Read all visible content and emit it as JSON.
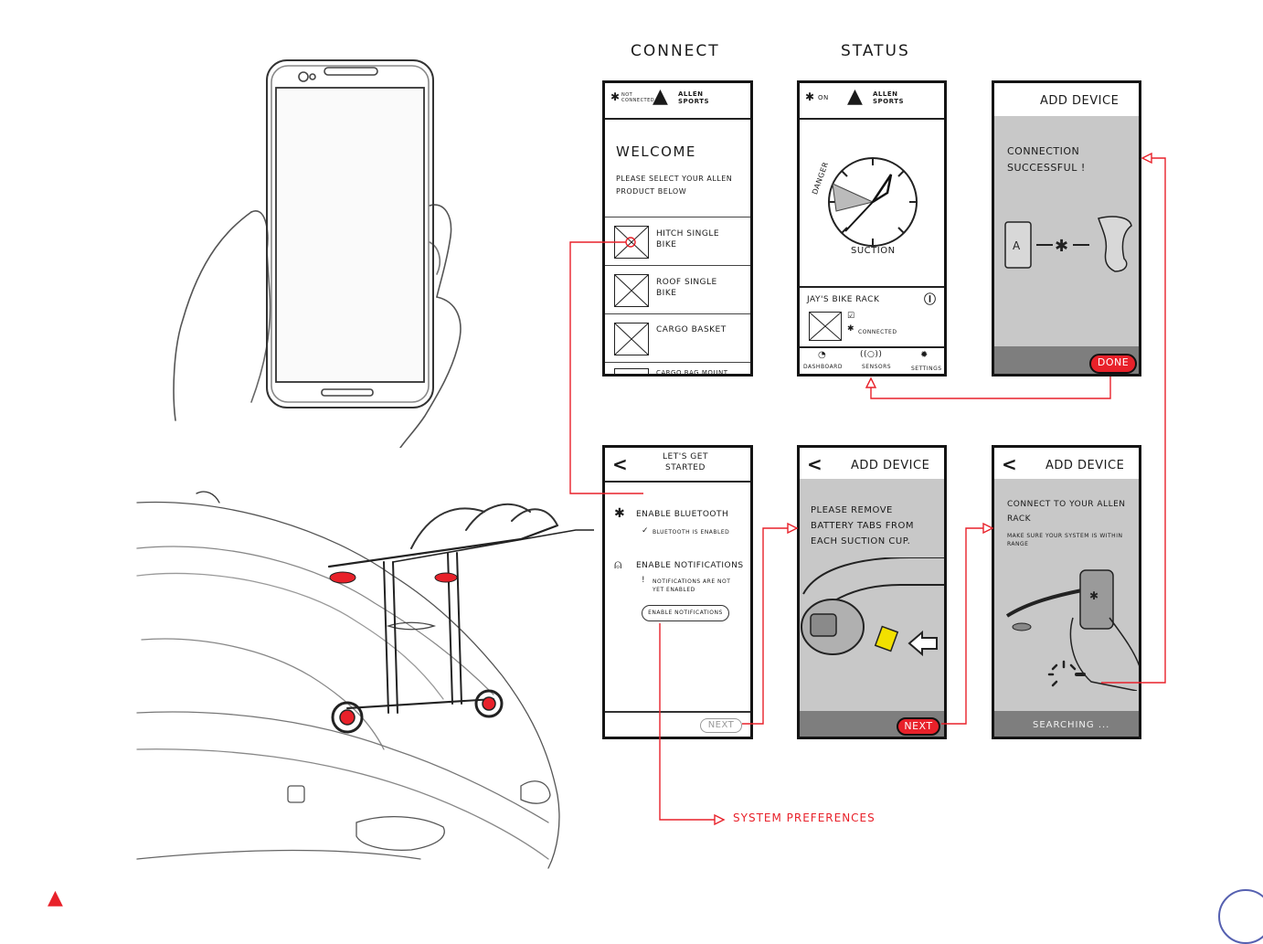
{
  "headings": {
    "connect": "CONNECT",
    "status": "STATUS"
  },
  "colors": {
    "accent": "#e8212a",
    "screen_gray": "#c8c8c8",
    "ink": "#141414"
  },
  "welcome_screen": {
    "bt_status": "NOT CONNECTED",
    "brand": "ALLEN SPORTS",
    "title": "WELCOME",
    "prompt": "PLEASE SELECT YOUR ALLEN PRODUCT BELOW",
    "products": [
      "HITCH SINGLE BIKE",
      "ROOF SINGLE BIKE",
      "CARGO BASKET",
      "CARGO BAG MOUNT"
    ]
  },
  "status_screen": {
    "bt_status": "ON",
    "brand": "ALLEN SPORTS",
    "gauge_danger": "DANGER",
    "gauge_label": "SUCTION",
    "rack_name": "JAY'S BIKE RACK",
    "connected": "CONNECTED",
    "tabs": [
      "DASHBOARD",
      "SENSORS",
      "SETTINGS"
    ]
  },
  "success_screen": {
    "title": "ADD DEVICE",
    "message": "CONNECTION SUCCESSFUL !",
    "done": "DONE"
  },
  "started_screen": {
    "title": "LET'S GET STARTED",
    "bluetooth_label": "ENABLE BLUETOOTH",
    "bluetooth_sub": "BLUETOOTH IS ENABLED",
    "notif_label": "ENABLE NOTIFICATIONS",
    "notif_sub": "NOTIFICATIONS ARE NOT YET ENABLED",
    "notif_button": "ENABLE NOTIFICATIONS",
    "next": "NEXT"
  },
  "remove_screen": {
    "title": "ADD DEVICE",
    "message": "PLEASE REMOVE BATTERY TABS FROM EACH SUCTION CUP.",
    "next": "NEXT"
  },
  "connect_screen": {
    "title": "ADD DEVICE",
    "message": "CONNECT TO YOUR ALLEN RACK",
    "sub": "MAKE SURE YOUR SYSTEM IS WITHIN RANGE",
    "status": "SEARCHING ..."
  },
  "annotation": {
    "system_prefs": "SYSTEM PREFERENCES"
  }
}
